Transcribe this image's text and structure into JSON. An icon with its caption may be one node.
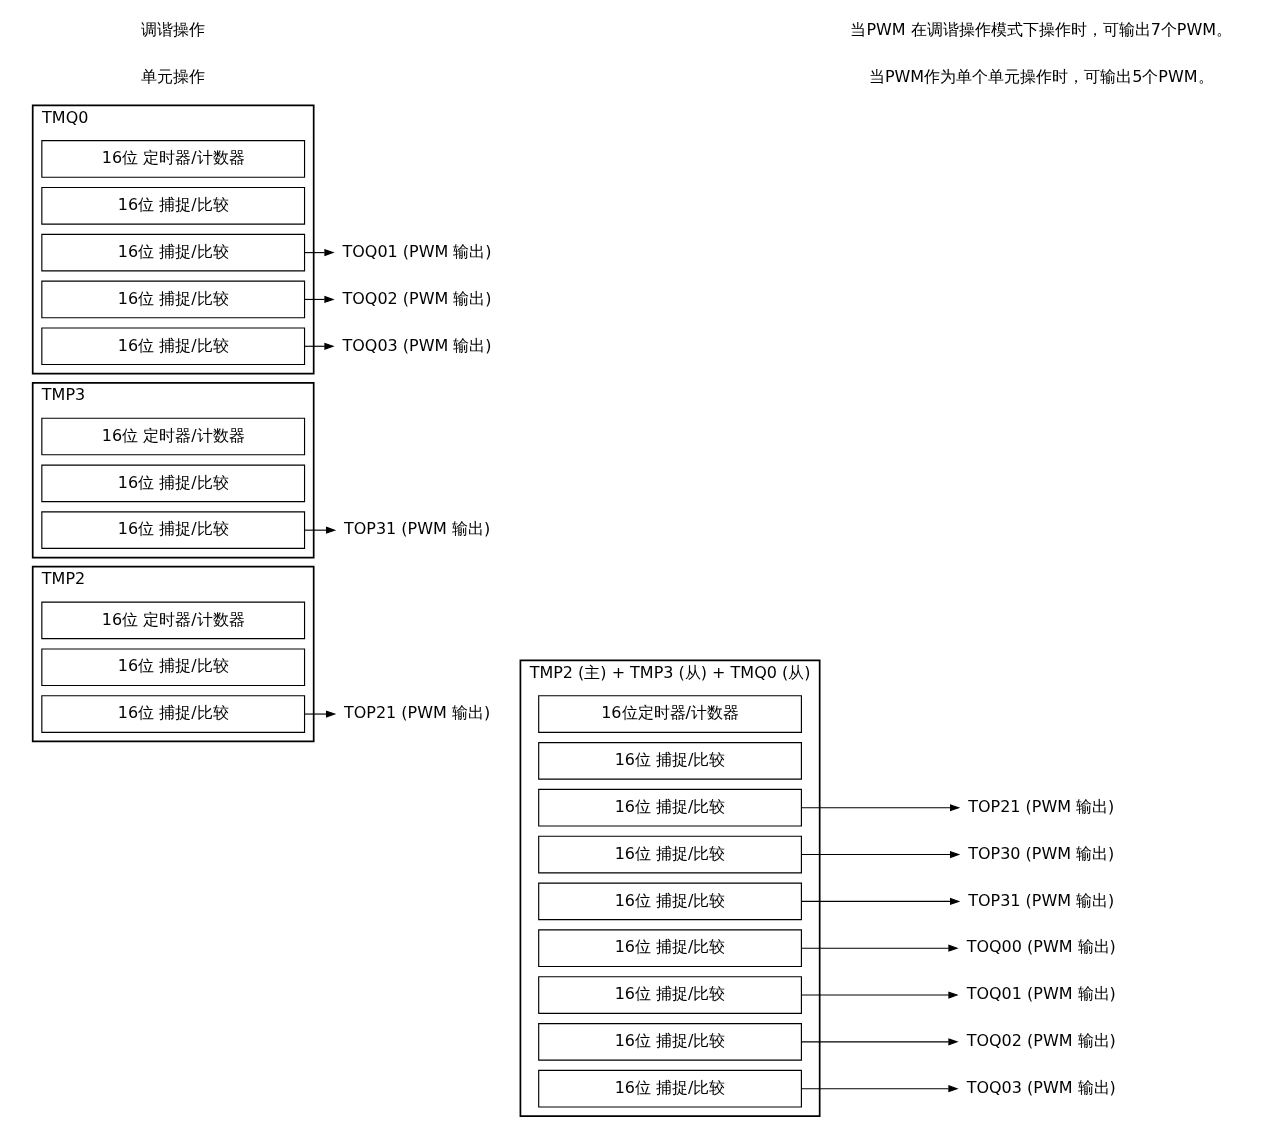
{
  "diagram": {
    "nodes": [
      {
        "text": [
          "TMP2"
        ]
      },
      {
        "text": [
          "16位 定时器/计数器"
        ],
        "in": 0
      },
      {
        "text": [
          "16位 捕捉/比较"
        ],
        "in": 0
      },
      {
        "text": [
          "16位 捕捉/比较"
        ],
        "in": 0
      },
      {
        "text": [
          "TOP21 (PWM 输出)"
        ]
      },
      {
        "text": [
          "TMP3"
        ]
      },
      {
        "text": [
          "16位 定时器/计数器"
        ],
        "in": 5
      },
      {
        "text": [
          "16位 捕捉/比较"
        ],
        "in": 5
      },
      {
        "text": [
          "16位 捕捉/比较"
        ],
        "in": 5
      },
      {
        "text": [
          "TOP31 (PWM 输出)"
        ]
      },
      {
        "text": [
          "TMQ0"
        ]
      },
      {
        "text": [
          "16位 定时器/计数器"
        ],
        "in": 10
      },
      {
        "text": [
          "16位 捕捉/比较"
        ],
        "in": 10
      },
      {
        "text": [
          "16位 捕捉/比较"
        ],
        "in": 10
      },
      {
        "text": [
          "16位 捕捉/比较"
        ],
        "in": 10
      },
      {
        "text": [
          "16位 捕捉/比较"
        ],
        "in": 10
      },
      {
        "text": [
          "TOQ01 (PWM 输出)"
        ]
      },
      {
        "text": [
          "TOQ02 (PWM 输出)"
        ]
      },
      {
        "text": [
          "TOQ03 (PWM 输出)"
        ]
      },
      {
        "text": [
          "TMP2 (主) + TMP3 (从) + TMQ0 (从)"
        ]
      },
      {
        "text": [
          "16位定时器/计数器"
        ],
        "in": 19
      },
      {
        "text": [
          "16位 捕捉/比较"
        ],
        "in": 19
      },
      {
        "text": [
          "16位 捕捉/比较"
        ],
        "in": 19
      },
      {
        "text": [
          "16位 捕捉/比较"
        ],
        "in": 19
      },
      {
        "text": [
          "16位 捕捉/比较"
        ],
        "in": 19
      },
      {
        "text": [
          "16位 捕捉/比较"
        ],
        "in": 19
      },
      {
        "text": [
          "16位 捕捉/比较"
        ],
        "in": 19
      },
      {
        "text": [
          "16位 捕捉/比较"
        ],
        "in": 19
      },
      {
        "text": [
          "16位 捕捉/比较"
        ],
        "in": 19
      },
      {
        "text": [
          "TOP21 (PWM 输出)"
        ]
      },
      {
        "text": [
          "TOP30 (PWM 输出)"
        ]
      },
      {
        "text": [
          "TOP31 (PWM 输出)"
        ]
      },
      {
        "text": [
          "TOQ00 (PWM 输出)"
        ]
      },
      {
        "text": [
          "TOQ01 (PWM 输出)"
        ]
      },
      {
        "text": [
          "TOQ02 (PWM 输出)"
        ]
      },
      {
        "text": [
          "TOQ03 (PWM 输出)"
        ]
      }
    ],
    "edges": [
      {
        "from": 3,
        "to": 4,
        "arrow": "to"
      },
      {
        "from": 8,
        "to": 9,
        "arrow": "to"
      },
      {
        "from": 13,
        "to": 16,
        "arrow": "to"
      },
      {
        "from": 14,
        "to": 17,
        "arrow": "to"
      },
      {
        "from": 15,
        "to": 18,
        "arrow": "to"
      },
      {
        "from": 22,
        "to": 29,
        "arrow": "to"
      },
      {
        "from": 23,
        "to": 30,
        "arrow": "to"
      },
      {
        "from": 24,
        "to": 31,
        "arrow": "to"
      },
      {
        "from": 25,
        "to": 32,
        "arrow": "to"
      },
      {
        "from": 26,
        "to": 33,
        "arrow": "to"
      },
      {
        "from": 27,
        "to": 34,
        "arrow": "to"
      },
      {
        "from": 28,
        "to": 35,
        "arrow": "to"
      }
    ],
    "labels": [
      "单元操作",
      "调谐操作",
      "当PWM作为单个单元操作时，可输出5个PWM。",
      "当PWM 在调谐操作模式下操作时，可输出7个PWM。"
    ]
  }
}
